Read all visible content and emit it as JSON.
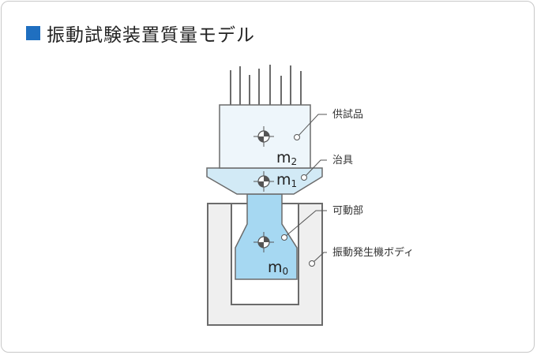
{
  "title": "振動試験装置質量モデル",
  "colors": {
    "title_marker": "#1f6fc0",
    "specimen_fill": "#eef6fb",
    "fixture_fill": "#d2eaf6",
    "armature_fill": "#a6d8f2",
    "body_fill": "#efefef",
    "outline": "#6b6b6b"
  },
  "parts": {
    "specimen": {
      "callout": "供試品",
      "mass_base": "m",
      "mass_sub": "2"
    },
    "fixture": {
      "callout": "治具",
      "mass_base": "m",
      "mass_sub": "1"
    },
    "armature": {
      "callout": "可動部",
      "mass_base": "m",
      "mass_sub": "0"
    },
    "body": {
      "callout": "振動発生機ボディ"
    }
  }
}
